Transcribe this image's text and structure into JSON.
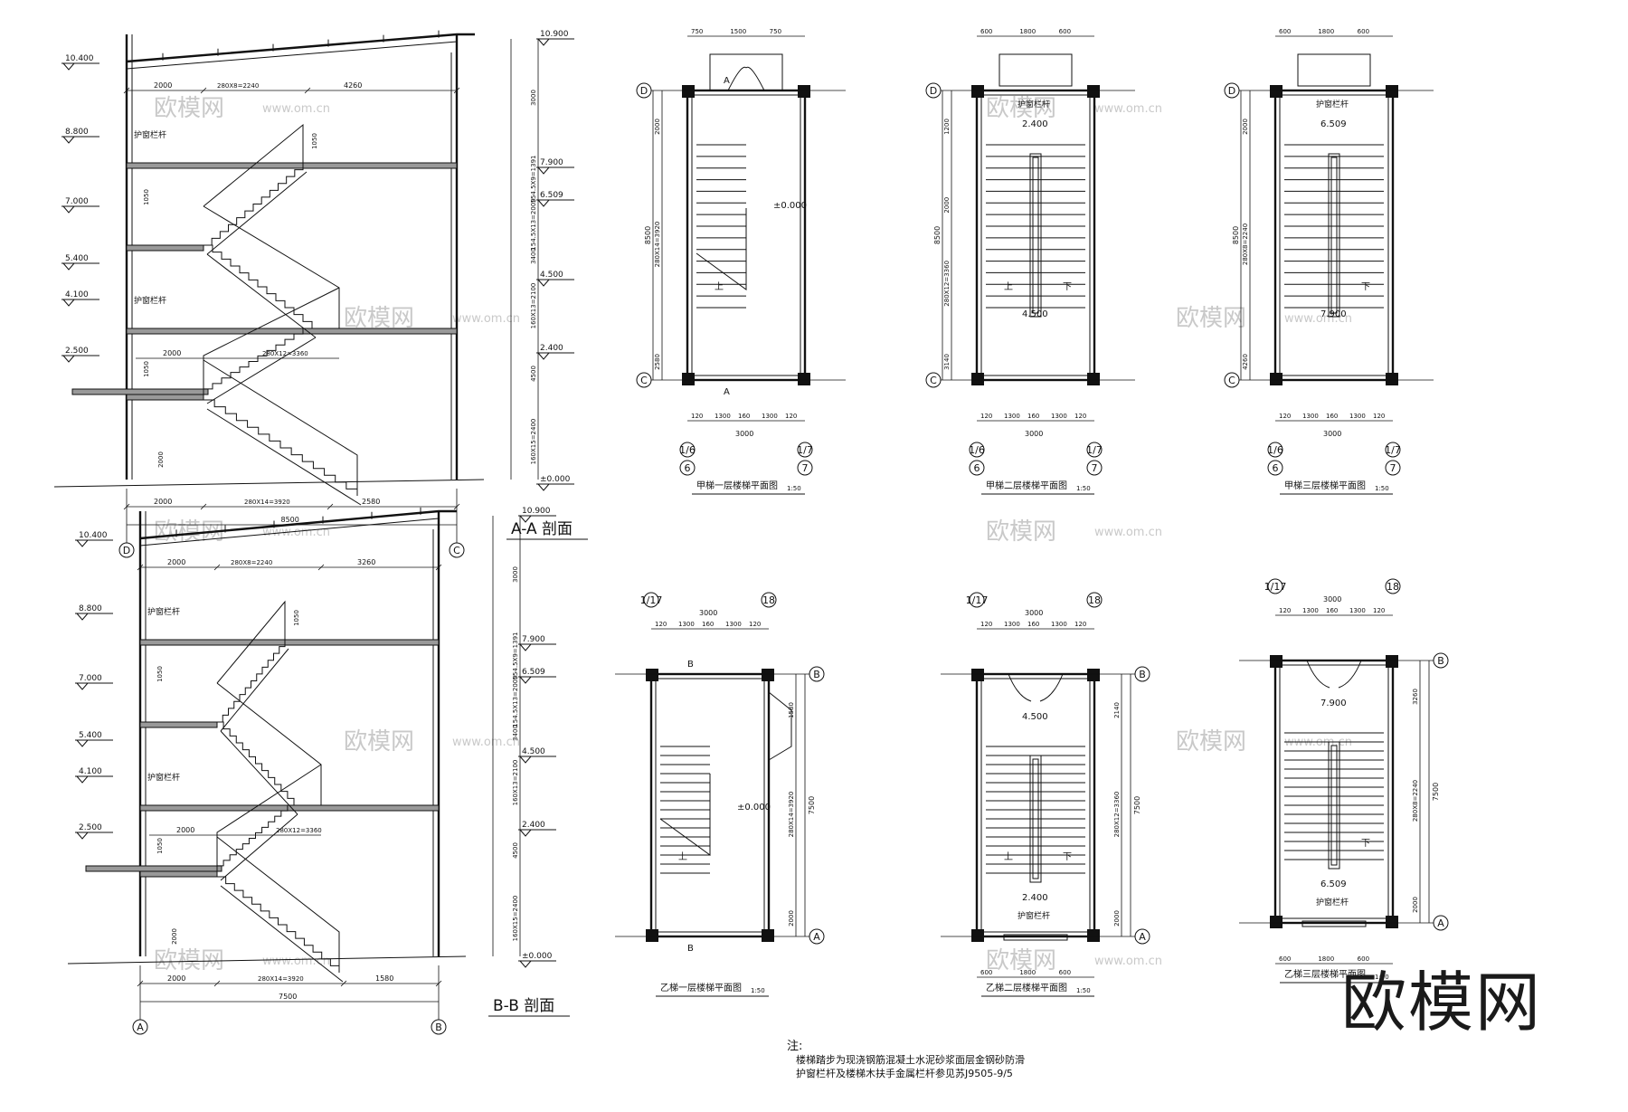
{
  "sections": [
    {
      "title": "A-A 剖面",
      "elevations_left": [
        "10.400",
        "8.800",
        "7.000",
        "5.400",
        "4.100",
        "2.500"
      ],
      "elevations_right": [
        "10.900",
        "7.900",
        "6.509",
        "4.500",
        "2.400",
        "±0.000"
      ],
      "guard_rail": "护窗栏杆",
      "top_dims": [
        "2000",
        "280X8=2240",
        "4260"
      ],
      "mid_dims": [
        "2000",
        "280X12=3360"
      ],
      "bottom_dims": [
        "2000",
        "280X14=3920",
        "2580"
      ],
      "total": "8500",
      "vertical_dims": [
        "3000",
        "154.5X9=1391",
        "154.5X13=2009",
        "3400",
        "160X13=2100",
        "4500",
        "160X15=2400"
      ],
      "rail_h": [
        "1050",
        "1050",
        "1050"
      ],
      "ground_h": "2000",
      "axes": [
        "D",
        "C"
      ]
    },
    {
      "title": "B-B 剖面",
      "elevations_left": [
        "10.400",
        "8.800",
        "7.000",
        "5.400",
        "4.100",
        "2.500"
      ],
      "elevations_right": [
        "10.900",
        "7.900",
        "6.509",
        "4.500",
        "2.400",
        "±0.000"
      ],
      "guard_rail": "护窗栏杆",
      "top_dims": [
        "2000",
        "280X8=2240",
        "3260"
      ],
      "mid_dims": [
        "2000",
        "280X12=3360"
      ],
      "bottom_dims": [
        "2000",
        "280X14=3920",
        "1580"
      ],
      "total": "7500",
      "vertical_dims": [
        "3000",
        "154.5X9=1391",
        "154.5X13=2009",
        "3400",
        "160X13=2100",
        "4500",
        "160X15=2400"
      ],
      "rail_h": [
        "1050",
        "1050",
        "1050"
      ],
      "ground_h": "2000",
      "axes": [
        "A",
        "B"
      ]
    }
  ],
  "plans": [
    {
      "title": "甲梯一层楼梯平面图",
      "scale": "1:50",
      "axes_h": [
        "D",
        "C"
      ],
      "axes_v": [
        "1/6",
        "1/7"
      ],
      "axis_bottom": [
        "6",
        "7"
      ],
      "top_dims": [
        "750",
        "1500",
        "750"
      ],
      "bottom_dims": [
        "120",
        "1300",
        "160",
        "1300",
        "120"
      ],
      "width": "3000",
      "side_dims": [
        "8500",
        "2000",
        "280X14=3920",
        "2580"
      ],
      "level": "±0.000",
      "up": "上",
      "section_mark": "A"
    },
    {
      "title": "甲梯二层楼梯平面图",
      "scale": "1:50",
      "axes_h": [
        "D",
        "C"
      ],
      "axes_v": [
        "1/6",
        "1/7"
      ],
      "axis_bottom": [
        "6",
        "7"
      ],
      "top_dims": [
        "600",
        "1800",
        "600"
      ],
      "bottom_dims": [
        "120",
        "1300",
        "160",
        "1300",
        "120"
      ],
      "width": "3000",
      "side_dims": [
        "8500",
        "1200",
        "2000",
        "280X12=3360",
        "3140"
      ],
      "levels": [
        "2.400",
        "4.500"
      ],
      "guard_rail": "护窗栏杆",
      "up": "上",
      "down": "下"
    },
    {
      "title": "甲梯三层楼梯平面图",
      "scale": "1:50",
      "axes_h": [
        "D",
        "C"
      ],
      "axes_v": [
        "1/6",
        "1/7"
      ],
      "axis_bottom": [
        "6",
        "7"
      ],
      "top_dims": [
        "600",
        "1800",
        "600"
      ],
      "bottom_dims": [
        "120",
        "1300",
        "160",
        "1300",
        "120"
      ],
      "width": "3000",
      "side_dims": [
        "8500",
        "2000",
        "280X8=2240",
        "4260"
      ],
      "levels": [
        "6.509",
        "7.900"
      ],
      "guard_rail": "护窗栏杆",
      "down": "下"
    },
    {
      "title": "乙梯一层楼梯平面图",
      "scale": "1:50",
      "axes_h": [
        "B",
        "A"
      ],
      "axes_v": [
        "1/17",
        "18"
      ],
      "top_dims": [
        "120",
        "1300",
        "160",
        "1300",
        "120"
      ],
      "width": "3000",
      "side_dims": [
        "7500",
        "1580",
        "280X14=3920",
        "2000"
      ],
      "level": "±0.000",
      "up": "上",
      "section_mark": "B"
    },
    {
      "title": "乙梯二层楼梯平面图",
      "scale": "1:50",
      "axes_h": [
        "B",
        "A"
      ],
      "axes_v": [
        "1/17",
        "18"
      ],
      "top_dims": [
        "120",
        "1300",
        "160",
        "1300",
        "120"
      ],
      "width": "3000",
      "bottom_dims": [
        "600",
        "1800",
        "600"
      ],
      "side_dims": [
        "7500",
        "2140",
        "280X12=3360",
        "2000"
      ],
      "levels": [
        "4.500",
        "2.400"
      ],
      "guard_rail": "护窗栏杆",
      "up": "上",
      "down": "下"
    },
    {
      "title": "乙梯三层楼梯平面图",
      "scale": "1:50",
      "axes_h": [
        "B",
        "A"
      ],
      "axes_v": [
        "1/17",
        "18"
      ],
      "top_dims": [
        "120",
        "1300",
        "160",
        "1300",
        "120"
      ],
      "width": "3000",
      "bottom_dims": [
        "600",
        "1800",
        "600"
      ],
      "side_dims": [
        "7500",
        "3260",
        "280X8=2240",
        "2000"
      ],
      "levels": [
        "7.900",
        "6.509"
      ],
      "guard_rail": "护窗栏杆",
      "down": "下"
    }
  ],
  "notes": {
    "label": "注:",
    "line1": "楼梯踏步为现浇钢筋混凝土水泥砂浆面层金钢砂防滑",
    "line2": "护窗栏杆及楼梯木扶手金属栏杆参见苏J9505-9/5"
  },
  "watermark": {
    "text": "欧模网",
    "url": "www.om.cn",
    "brand": "欧模网"
  }
}
